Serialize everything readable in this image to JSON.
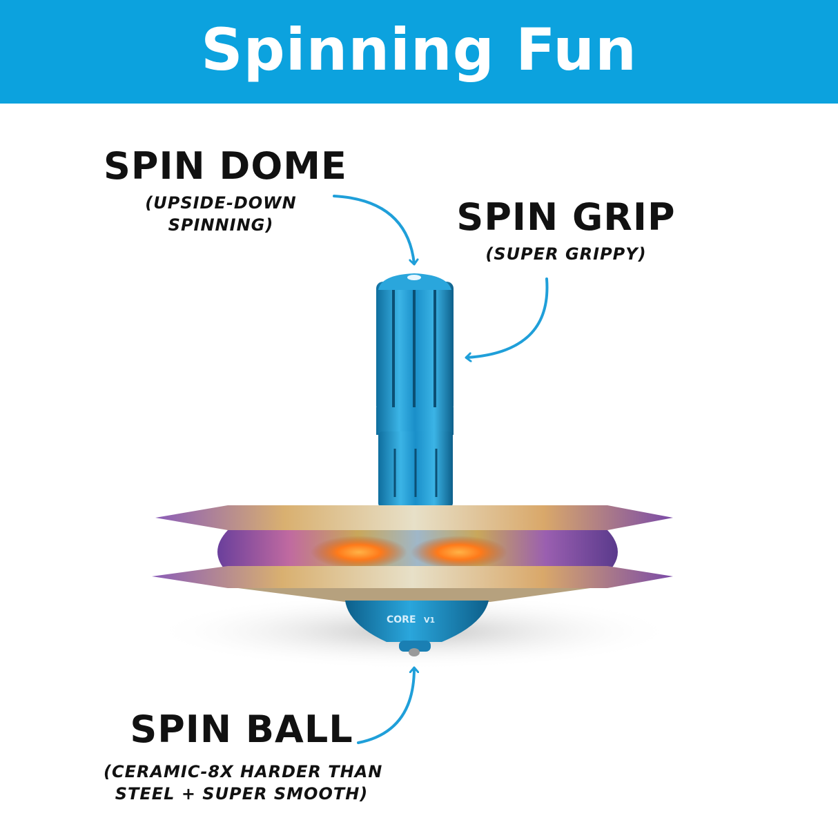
{
  "header": {
    "title": "Spinning Fun",
    "background_color": "#0ca2de",
    "title_color": "#ffffff"
  },
  "callouts": {
    "spin_dome": {
      "title": "SPIN DOME",
      "subtitle_line1": "(UPSIDE-DOWN",
      "subtitle_line2": "SPINNING)"
    },
    "spin_grip": {
      "title": "SPIN GRIP",
      "subtitle_line1": "(SUPER GRIPPY)"
    },
    "spin_ball": {
      "title": "SPIN BALL",
      "subtitle_line1": "(CERAMIC-8X HARDER THAN",
      "subtitle_line2": "STEEL + SUPER SMOOTH)"
    }
  },
  "product": {
    "engraving": "CORE",
    "engraving_version": "V1"
  },
  "colors": {
    "arrow": "#1f9fd9",
    "handle": "#1a8fc9",
    "disc_purple": "#7b4aa6",
    "disc_gold": "#b89a4a",
    "disc_orange": "#ff7a1a"
  }
}
